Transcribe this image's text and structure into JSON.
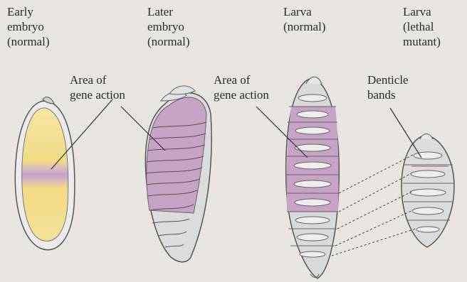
{
  "stages": [
    {
      "title": "Early\nembryo\n(normal)"
    },
    {
      "title": "Later\nembryo\n(normal)"
    },
    {
      "title": "Larva\n(normal)"
    },
    {
      "title": "Larva\n(lethal\nmutant)"
    }
  ],
  "callouts": {
    "gene_action_1": "Area of\ngene action",
    "gene_action_2": "Area of\ngene action",
    "denticle_bands": "Denticle\nbands"
  },
  "colors": {
    "background": "#e9e6e1",
    "yolk": "#f3df8e",
    "gene_region": "#c7a3c6",
    "body_gray": "#d9d9d9",
    "outline": "#555555"
  }
}
